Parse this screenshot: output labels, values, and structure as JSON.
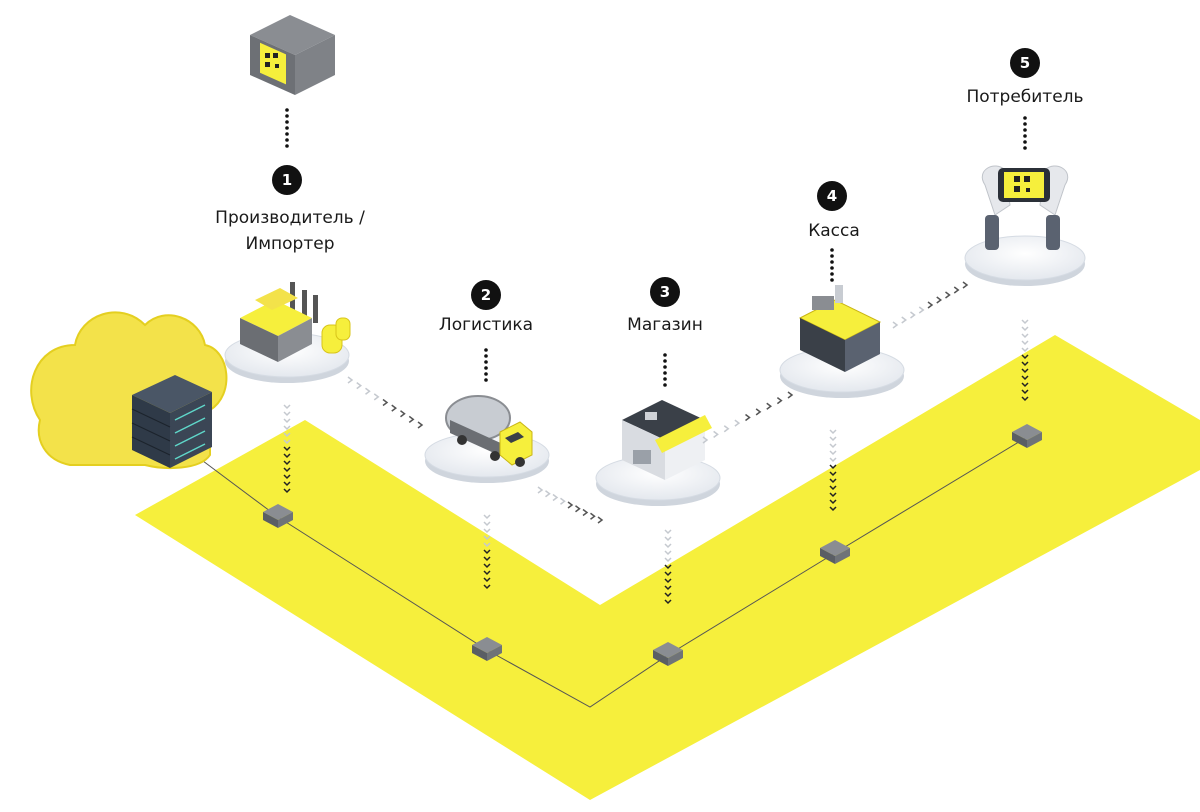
{
  "colors": {
    "accent": "#f6ef3c",
    "accent_dark": "#e9d400",
    "badge": "#111111",
    "server": "#2f3a48",
    "platform": "#eef1f5"
  },
  "stages": [
    {
      "number": "1",
      "label_lines": [
        "Производитель /",
        "Импортер"
      ],
      "icon": "factory-icon"
    },
    {
      "number": "2",
      "label_lines": [
        "Логистика"
      ],
      "icon": "truck-icon"
    },
    {
      "number": "3",
      "label_lines": [
        "Магазин"
      ],
      "icon": "store-icon"
    },
    {
      "number": "4",
      "label_lines": [
        "Касса"
      ],
      "icon": "cash-register-icon"
    },
    {
      "number": "5",
      "label_lines": [
        "Потребитель"
      ],
      "icon": "smartphone-scan-icon"
    }
  ],
  "icons": {
    "package": "package-qr-icon",
    "cloud": "cloud-icon",
    "server": "server-icon",
    "node": "chip-node-icon"
  }
}
